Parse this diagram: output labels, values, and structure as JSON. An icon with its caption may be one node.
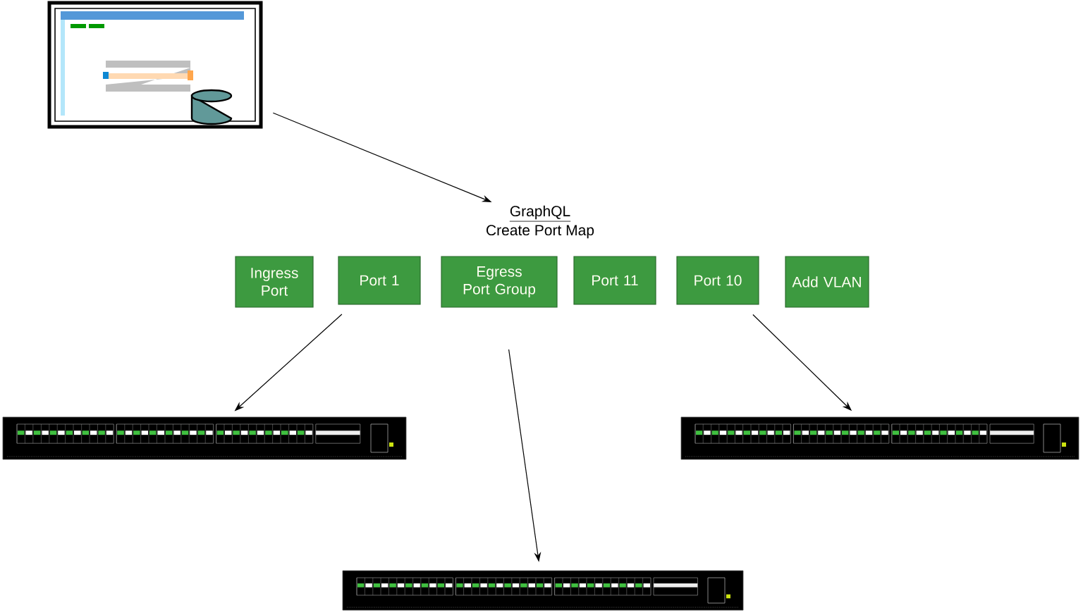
{
  "diagram": {
    "nodes": [
      {
        "text": [],
        "shape": "picture"
      },
      {
        "text": [
          "GraphQL",
          "Create Port Map"
        ]
      },
      {
        "text": [
          "Ingress Port"
        ]
      },
      {
        "text": [
          "Port 1"
        ]
      },
      {
        "text": [
          "Egress Port Group"
        ]
      },
      {
        "text": [
          "Port 11"
        ]
      },
      {
        "text": [
          "Port 10"
        ]
      },
      {
        "text": [
          "Add VLAN"
        ]
      },
      {
        "text": [],
        "shape": "picture"
      },
      {
        "text": [],
        "shape": "picture"
      },
      {
        "text": [],
        "shape": "picture"
      }
    ],
    "edges": [
      {
        "from": 0,
        "to": 1,
        "arrow": "to"
      },
      {
        "from": 3,
        "to": 8,
        "arrow": "to"
      },
      {
        "from": 4,
        "to": 9,
        "arrow": "to"
      },
      {
        "from": 6,
        "to": 10,
        "arrow": "to"
      }
    ]
  }
}
